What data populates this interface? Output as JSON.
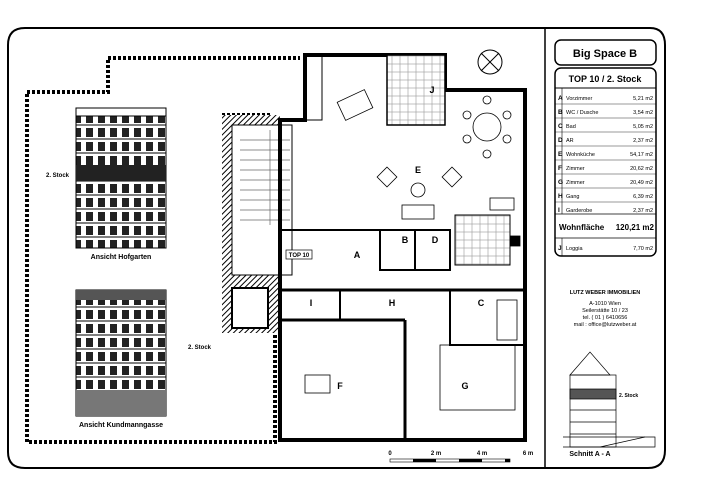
{
  "title": "Big Space B",
  "table": {
    "header": "TOP 10 / 2. Stock",
    "rows": [
      {
        "key": "A",
        "name": "Vorzimmer",
        "area": "5,21 m2"
      },
      {
        "key": "B",
        "name": "WC / Dusche",
        "area": "3,54 m2"
      },
      {
        "key": "C",
        "name": "Bad",
        "area": "5,05 m2"
      },
      {
        "key": "D",
        "name": "AR",
        "area": "2,37 m2"
      },
      {
        "key": "E",
        "name": "Wohnküche",
        "area": "54,17 m2"
      },
      {
        "key": "F",
        "name": "Zimmer",
        "area": "20,62 m2"
      },
      {
        "key": "G",
        "name": "Zimmer",
        "area": "20,49 m2"
      },
      {
        "key": "H",
        "name": "Gang",
        "area": "6,39 m2"
      },
      {
        "key": "I",
        "name": "Garderobe",
        "area": "2,37 m2"
      }
    ],
    "total_label": "Wohnfläche",
    "total_area": "120,21 m2",
    "extra": {
      "key": "J",
      "name": "Loggia",
      "area": "7,70 m2"
    }
  },
  "company": {
    "name": "LUTZ WEBER IMMOBILIEN",
    "line1": "A-1010 Wien",
    "line2": "Seilerstätte 10 / 23",
    "line3": "tel. ( 01 ) 6410656",
    "line4": "mail : office@lutzweber.at"
  },
  "section": {
    "floor_label": "2. Stock",
    "caption": "Schnitt A - A"
  },
  "facades": {
    "courtyard": {
      "floor_label": "2. Stock",
      "caption": "Ansicht Hofgarten"
    },
    "street": {
      "floor_label": "2. Stock",
      "caption": "Ansicht Kundmanngasse"
    }
  },
  "plan": {
    "unit_tag": "TOP 10",
    "rooms": [
      "J",
      "E",
      "A",
      "B",
      "D",
      "I",
      "H",
      "C",
      "F",
      "G"
    ]
  },
  "scale": {
    "ticks": [
      "0",
      "2 m",
      "4 m",
      "6 m"
    ]
  }
}
